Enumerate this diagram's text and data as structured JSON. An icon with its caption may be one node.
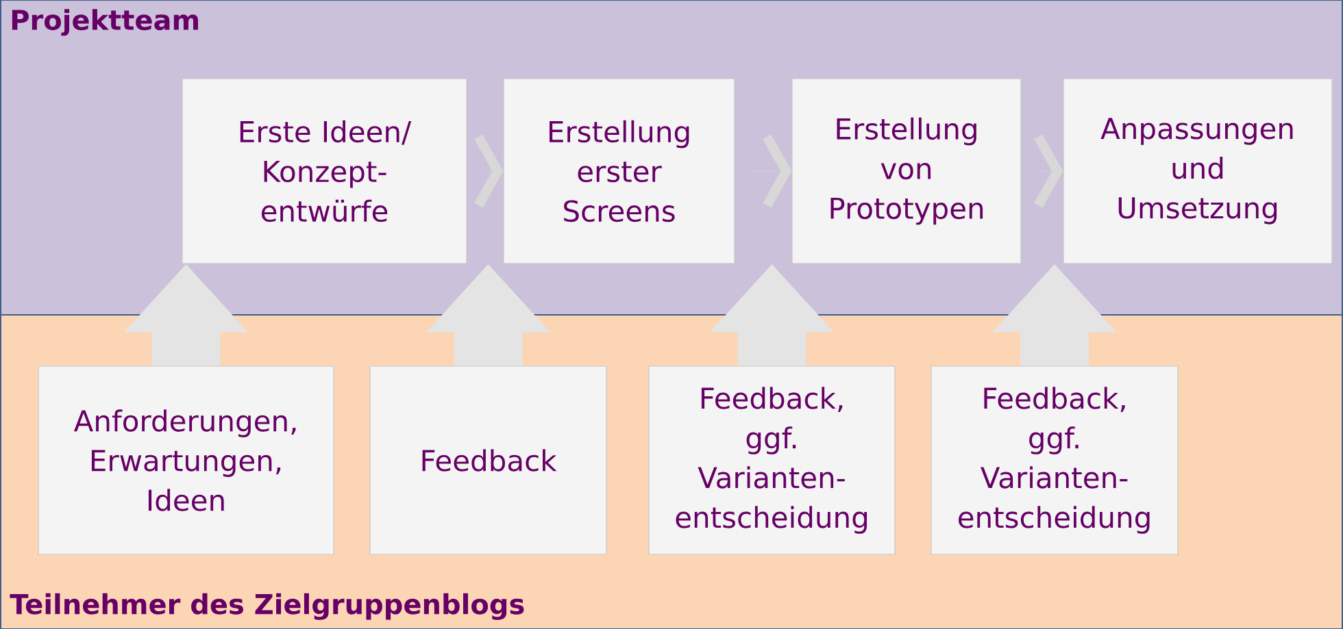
{
  "diagram": {
    "nodes": [
      {
        "text": [
          "Projektteam"
        ]
      },
      {
        "text": [
          "Erste Ideen/ Konzept- entwürfe"
        ],
        "in": 0
      },
      {
        "text": [
          "Erstellung erster Screens"
        ],
        "in": 0
      },
      {
        "text": [
          "Erstellung von Prototypen"
        ],
        "in": 0
      },
      {
        "text": [
          "Anpassungen und Umsetzung"
        ],
        "in": 0
      },
      {
        "text": [
          "Teilnehmer des Zielgruppenblogs"
        ]
      },
      {
        "text": [
          "Anforderungen, Erwartungen, Ideen"
        ],
        "in": 5
      },
      {
        "text": [
          "Feedback"
        ],
        "in": 5
      },
      {
        "text": [
          "Feedback, ggf. Varianten- entscheidung"
        ],
        "in": 5
      },
      {
        "text": [
          "Feedback, ggf. Varianten- entscheidung"
        ],
        "in": 5
      }
    ],
    "edges": [
      {
        "from": 1,
        "to": 2,
        "arrow": "to"
      },
      {
        "from": 2,
        "to": 3,
        "arrow": "to"
      },
      {
        "from": 3,
        "to": 4,
        "arrow": "to"
      },
      {
        "from": 6,
        "to": 1,
        "arrow": "to"
      },
      {
        "from": 7,
        "to": 2,
        "arrow": "to"
      },
      {
        "from": 8,
        "to": 3,
        "arrow": "to"
      },
      {
        "from": 9,
        "to": 4,
        "arrow": "to"
      }
    ]
  }
}
